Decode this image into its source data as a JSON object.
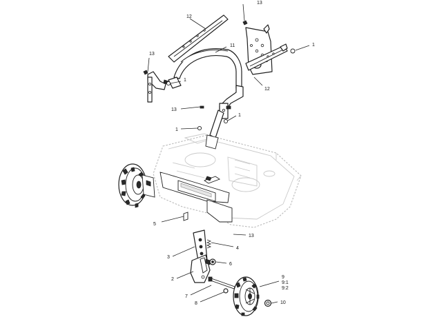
{
  "callouts": {
    "c1a": "1",
    "c1b": "1",
    "c1c": "1",
    "c1d": "1",
    "c2": "2",
    "c3": "3",
    "c4": "4",
    "c5": "5",
    "c6": "6",
    "c7": "7",
    "c8": "8",
    "c9": "9",
    "c9_1": "9:1",
    "c9_2": "9:2",
    "c10": "10",
    "c11": "11",
    "c12a": "12",
    "c12b": "12",
    "c13a": "13",
    "c13b": "13",
    "c13c": "13",
    "c13d": "13"
  }
}
